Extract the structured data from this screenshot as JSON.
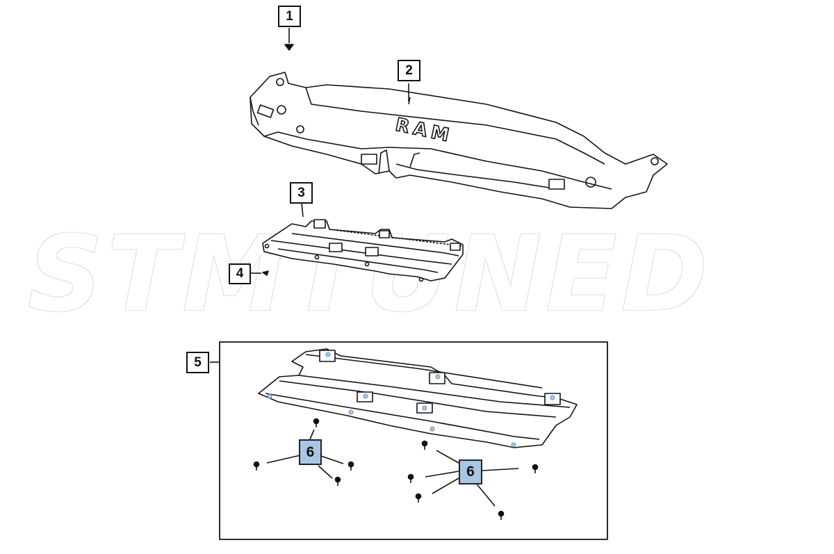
{
  "watermark": "STMTUNED",
  "badge": "RAM",
  "callouts": [
    {
      "id": "1",
      "label": "1"
    },
    {
      "id": "2",
      "label": "2"
    },
    {
      "id": "3",
      "label": "3"
    },
    {
      "id": "4",
      "label": "4"
    },
    {
      "id": "5",
      "label": "5"
    },
    {
      "id": "6a",
      "label": "6"
    },
    {
      "id": "6b",
      "label": "6"
    }
  ],
  "colors": {
    "highlight": "#a9c6e4",
    "line": "#111111",
    "watermark_outline": "#dcdcdc"
  }
}
